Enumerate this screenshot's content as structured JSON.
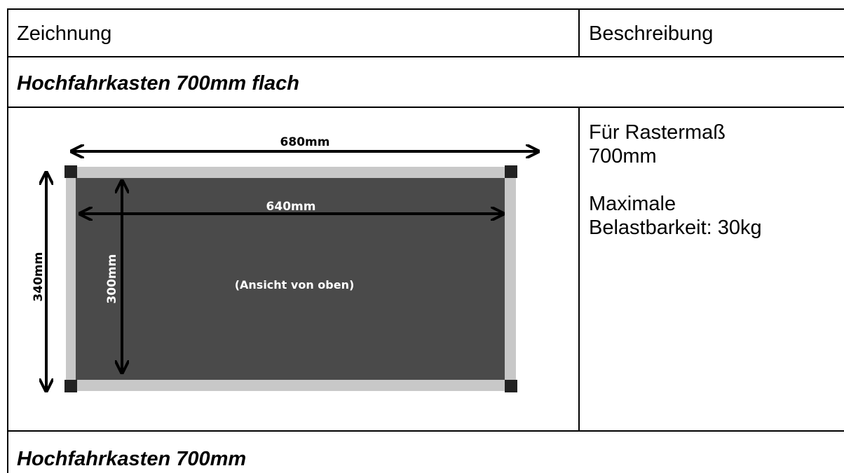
{
  "table": {
    "header": {
      "col1": "Zeichnung",
      "col2": "Beschreibung"
    },
    "sections": [
      {
        "title": "Hochfahrkasten 700mm flach",
        "drawing": {
          "outer_width": "680mm",
          "inner_width": "640mm",
          "outer_height": "340mm",
          "inner_height": "300mm",
          "view_label": "(Ansicht von oben)",
          "panel_color": "#4a4a4a",
          "frame_color": "#c8c8c8",
          "corner_color": "#222222"
        },
        "description": {
          "line1": "Für Rastermaß",
          "line2": "700mm",
          "line3": "Maximale",
          "line4": "Belastbarkeit: 30kg"
        }
      },
      {
        "title": "Hochfahrkasten 700mm"
      }
    ]
  }
}
